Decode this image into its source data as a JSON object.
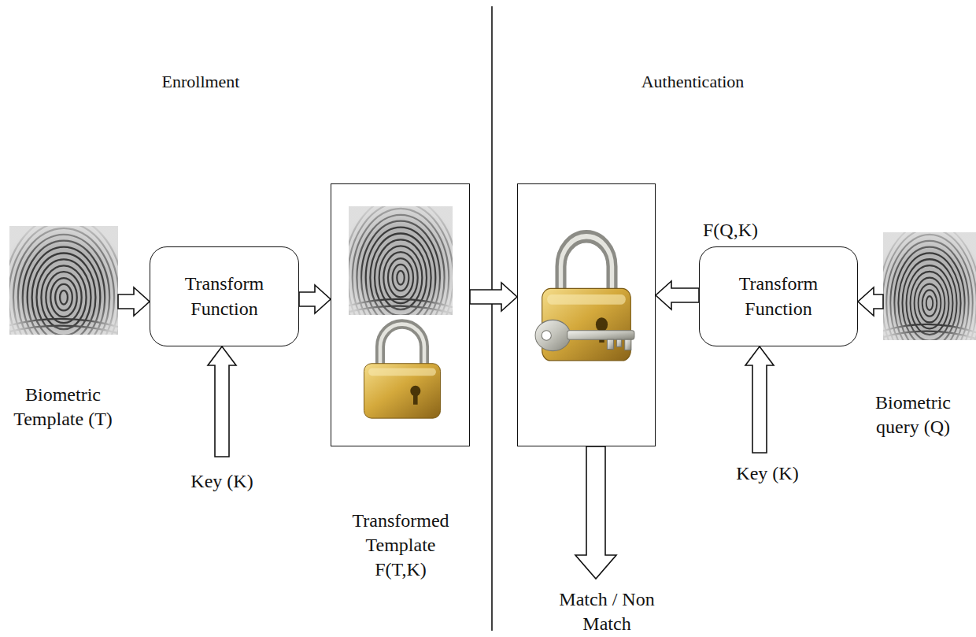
{
  "diagram": {
    "nodes": [
      {
        "text": [
          "Transform Function"
        ]
      },
      {
        "text": [
          "Transformed Template F(T,K)"
        ]
      },
      {
        "text": [
          "Match / Non Match"
        ]
      },
      {
        "text": [
          "Transform Function"
        ]
      }
    ],
    "edges": [
      {
        "from": 0,
        "to": 1,
        "arrow": "to"
      },
      {
        "from": 1,
        "to": 2,
        "arrow": "to"
      },
      {
        "from": 3,
        "to": 2,
        "arrow": "to",
        "label": "F(Q,K)"
      }
    ],
    "labels": [
      "Enrollment",
      "Authentication",
      "Biometric Template (T)",
      "Key (K)",
      "Key (K)",
      "Biometric query (Q)"
    ]
  }
}
